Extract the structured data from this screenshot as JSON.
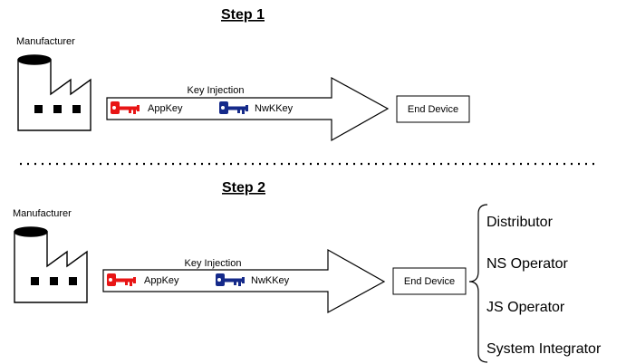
{
  "step1": {
    "title": "Step 1",
    "manufacturer_label": "Manufacturer",
    "arrow_label": "Key Injection",
    "key1_label": "AppKey",
    "key2_label": "NwKKey",
    "end_device_label": "End Device"
  },
  "step2": {
    "title": "Step 2",
    "manufacturer_label": "Manufacturer",
    "arrow_label": "Key Injection",
    "key1_label": "AppKey",
    "key2_label": "NwKKey",
    "end_device_label": "End Device",
    "roles": [
      "Distributor",
      "NS Operator",
      "JS Operator",
      "System Integrator"
    ]
  },
  "colors": {
    "appkey": "#e81515",
    "nwkkey": "#152a8a",
    "line": "#000000"
  }
}
